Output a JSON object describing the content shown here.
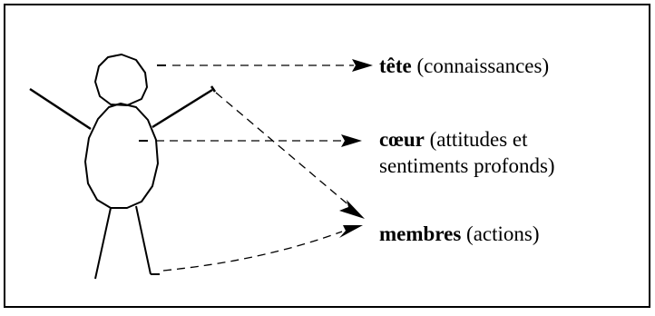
{
  "diagram": {
    "labels": {
      "tete": {
        "term": "tête",
        "description": "(connaissances)"
      },
      "coeur": {
        "term": "cœur",
        "description_line1": "(attitudes et",
        "description_line2": "sentiments profonds)"
      },
      "membres": {
        "term": "membres",
        "description": "(actions)"
      }
    },
    "colors": {
      "stroke": "#000000",
      "background": "#ffffff"
    }
  }
}
